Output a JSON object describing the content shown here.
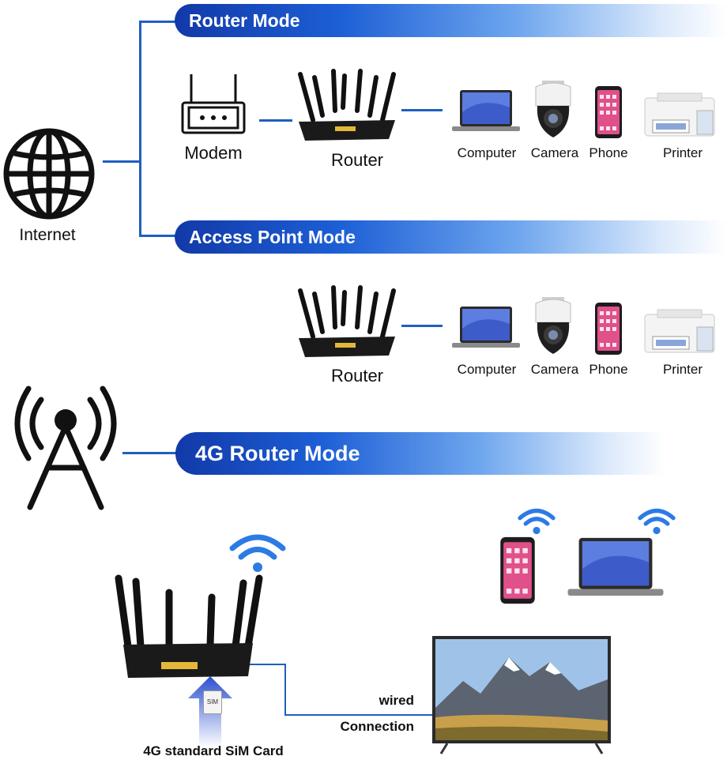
{
  "modes": {
    "router": "Router Mode",
    "access_point": "Access Point Mode",
    "lte": "4G Router Mode"
  },
  "labels": {
    "internet": "Internet",
    "modem": "Modem",
    "router": "Router",
    "computer": "Computer",
    "camera": "Camera",
    "phone": "Phone",
    "printer": "Printer",
    "sim": "SIM",
    "sim_card": "4G standard SiM Card",
    "wired": "wired",
    "connection": "Connection"
  },
  "colors": {
    "accent": "#1239a8",
    "line": "#1f5fc0",
    "device": "#1a1a1a"
  },
  "icons": [
    "globe-icon",
    "cell-tower-icon",
    "wifi-icon",
    "modem-icon",
    "router-icon",
    "laptop-icon",
    "camera-icon",
    "phone-icon",
    "printer-icon",
    "tv-icon"
  ]
}
